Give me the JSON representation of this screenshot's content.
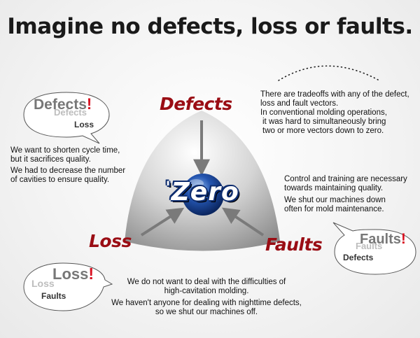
{
  "headline": "Imagine no defects, loss or faults.",
  "diagram": {
    "center_label": "Zero",
    "center_mark": "'",
    "vertex_labels": {
      "top": "Defects",
      "left": "Loss",
      "right": "Faults"
    }
  },
  "notes": {
    "tradeoffs": [
      "There are tradeoffs with any of the defect,",
      "loss and fault vectors.",
      "In conventional molding operations,",
      "it was hard to simultaneously bring",
      "two or more vectors down to zero."
    ],
    "defects": [
      "We want to shorten cycle time,",
      "but it sacrifices quality.",
      "We had to decrease the number",
      "of cavities to ensure quality."
    ],
    "faults": [
      "Control and training are necessary",
      "towards maintaining quality.",
      "We shut our machines down",
      "often for mold maintenance."
    ],
    "loss": [
      "We do not want to deal with the difficulties of",
      "high-cavitation molding.",
      "We haven't anyone for dealing with nighttime defects,",
      "so we shut our machines off."
    ]
  },
  "bubbles": {
    "defects": {
      "title": "Defects",
      "mark": "!",
      "ghost": "Defects",
      "sub": "Loss"
    },
    "faults": {
      "title": "Faults",
      "mark": "!",
      "ghost": "Faults",
      "sub": "Defects"
    },
    "loss": {
      "title": "Loss",
      "mark": "!",
      "ghost": "Loss",
      "sub": "Faults"
    }
  },
  "colors": {
    "label_red": "#9a0d14",
    "exclaim_red": "#d81020",
    "sphere_blue": "#1f4fa8"
  }
}
